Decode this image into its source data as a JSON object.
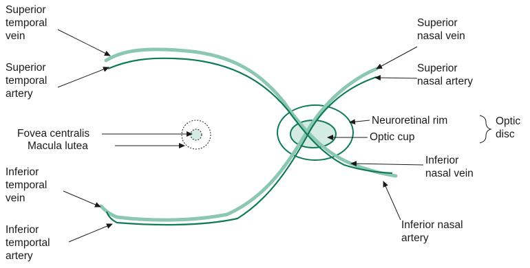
{
  "labels": {
    "superior_temporal_vein": "Superior\ntemporal\nvein",
    "superior_temporal_artery": "Superior\ntemporal\nartery",
    "fovea_centralis": "Fovea centralis",
    "macula_lutea": "Macula lutea",
    "inferior_temporal_vein": "Inferior\ntemporal\nvein",
    "inferior_temportal_artery": "Inferior\ntemportal\nartery",
    "superior_nasal_vein": "Superior\nnasal vein",
    "superior_nasal_artery": "Superior\nnasal artery",
    "neuroretinal_rim": "Neuroretinal rim",
    "optic_cup": "Optic cup",
    "optic_disc": "Optic\ndisc",
    "inferior_nasal_vein": "Inferior\nnasal vein",
    "inferior_nasal_artery": "Inferior nasal\nartery"
  },
  "colors": {
    "vein": "#8cc7b4",
    "artery": "#0f7a58",
    "cup_fill": "#d3ebe3",
    "line": "#1a1a1a"
  }
}
